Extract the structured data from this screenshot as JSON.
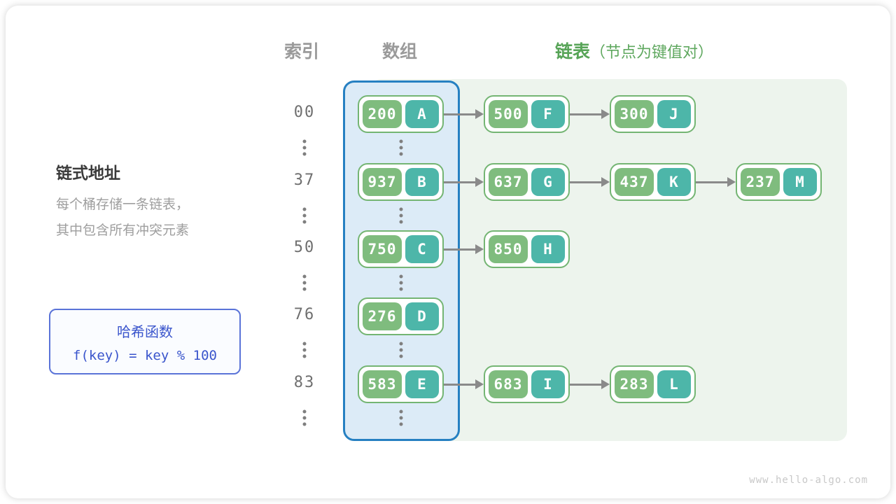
{
  "header": {
    "index_label": "索引",
    "array_label": "数组",
    "list_label": "链表",
    "list_note": "（节点为键值对）"
  },
  "left_panel": {
    "title": "链式地址",
    "desc_line1": "每个桶存储一条链表，",
    "desc_line2": "其中包含所有冲突元素"
  },
  "hash_box": {
    "title": "哈希函数",
    "formula": "f(key) = key % 100"
  },
  "rows": [
    {
      "index": "00",
      "bucket": {
        "key": "200",
        "value": "A"
      },
      "chain": [
        {
          "key": "500",
          "value": "F"
        },
        {
          "key": "300",
          "value": "J"
        }
      ]
    },
    {
      "index": "37",
      "bucket": {
        "key": "937",
        "value": "B"
      },
      "chain": [
        {
          "key": "637",
          "value": "G"
        },
        {
          "key": "437",
          "value": "K"
        },
        {
          "key": "237",
          "value": "M"
        }
      ]
    },
    {
      "index": "50",
      "bucket": {
        "key": "750",
        "value": "C"
      },
      "chain": [
        {
          "key": "850",
          "value": "H"
        }
      ]
    },
    {
      "index": "76",
      "bucket": {
        "key": "276",
        "value": "D"
      },
      "chain": []
    },
    {
      "index": "83",
      "bucket": {
        "key": "583",
        "value": "E"
      },
      "chain": [
        {
          "key": "683",
          "value": "I"
        },
        {
          "key": "283",
          "value": "L"
        }
      ]
    }
  ],
  "watermark": "www.hello-algo.com",
  "colors": {
    "node_key_fill": "#7fbc7e",
    "node_value_fill": "#4db6a9",
    "node_border": "#74b573",
    "array_box_fill": "#dcebf7",
    "array_box_border": "#2680c2",
    "list_region_fill": "#edf4ed",
    "hash_box_border": "#5a73d8",
    "hash_text": "#3a55cc",
    "list_header_green": "#57a457",
    "arrow_gray": "#8a8a8a"
  }
}
